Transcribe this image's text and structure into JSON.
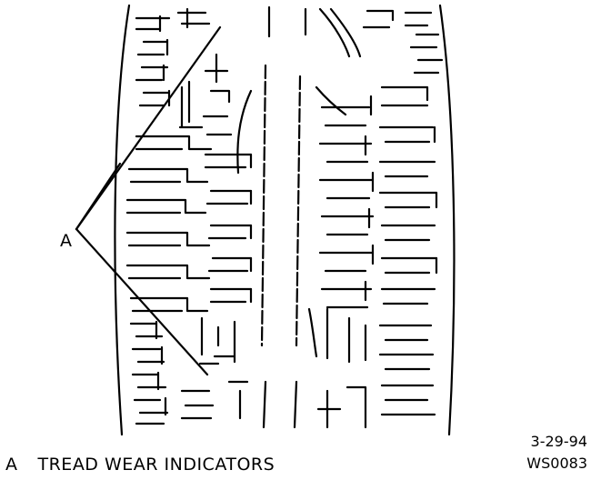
{
  "callout": {
    "letter": "A"
  },
  "caption": {
    "label": "A",
    "text": "TREAD WEAR INDICATORS"
  },
  "date": "3-29-94",
  "figure_id": "WS0083"
}
